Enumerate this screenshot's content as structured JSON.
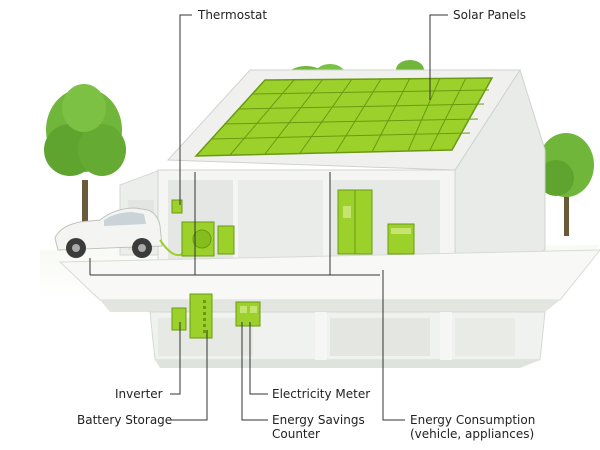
{
  "labels": {
    "thermostat": "Thermostat",
    "solar_panels": "Solar Panels",
    "inverter": "Inverter",
    "battery_storage": "Battery Storage",
    "electricity_meter": "Electricity Meter",
    "energy_savings_counter_line1": "Energy Savings",
    "energy_savings_counter_line2": "Counter",
    "energy_consumption_line1": "Energy Consumption",
    "energy_consumption_line2": "(vehicle, appliances)"
  },
  "colors": {
    "accent_green": "#9bd12a",
    "panel_dark": "#7fb41b",
    "tree_green": "#5aa02c",
    "wall": "#f3f4f2",
    "wall_shade": "#dfe2df",
    "line": "#333333"
  }
}
